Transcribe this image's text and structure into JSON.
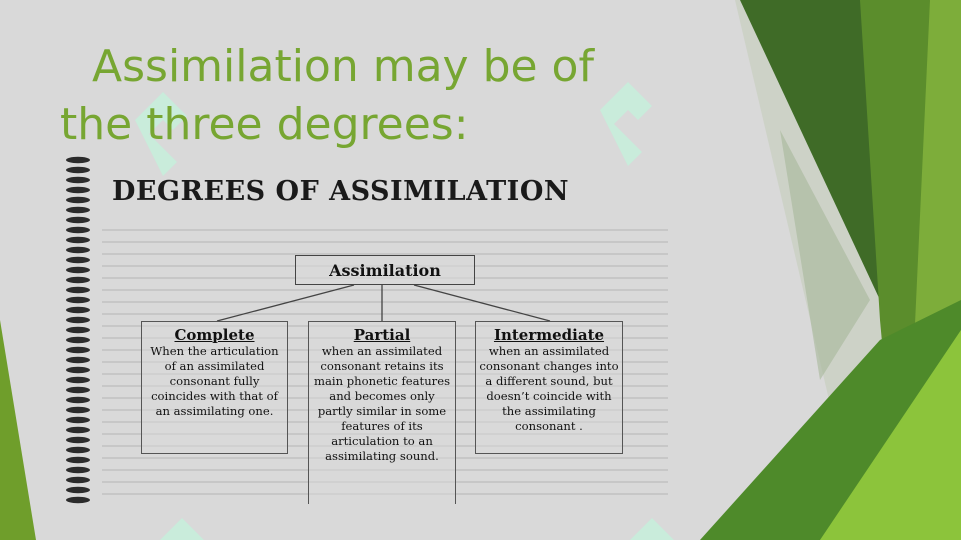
{
  "slide": {
    "title_line1": "Assimilation may be of",
    "title_line2": "the three degrees:"
  },
  "figure": {
    "heading": "DEGREES OF ASSIMILATION",
    "root": "Assimilation",
    "degrees": [
      {
        "label": "Complete",
        "description": "When the articulation of an assimilated consonant fully coincides with that of an assimilating one."
      },
      {
        "label": "Partial",
        "description": "when an assimilated consonant retains its main phonetic features and becomes only partly similar in some features of its articulation to an assimilating sound."
      },
      {
        "label": "Intermediate",
        "description": "when an assimilated consonant changes into a different sound, but doesn’t coincide with the assimilating consonant ."
      }
    ]
  },
  "theme": {
    "title_color": "#77a632",
    "dark_green": "#3e6b26",
    "mid_green": "#5a8f2c",
    "light_green": "#8bc34a",
    "background": "#d9d9d9",
    "watermark_color": "#c5efdb"
  }
}
